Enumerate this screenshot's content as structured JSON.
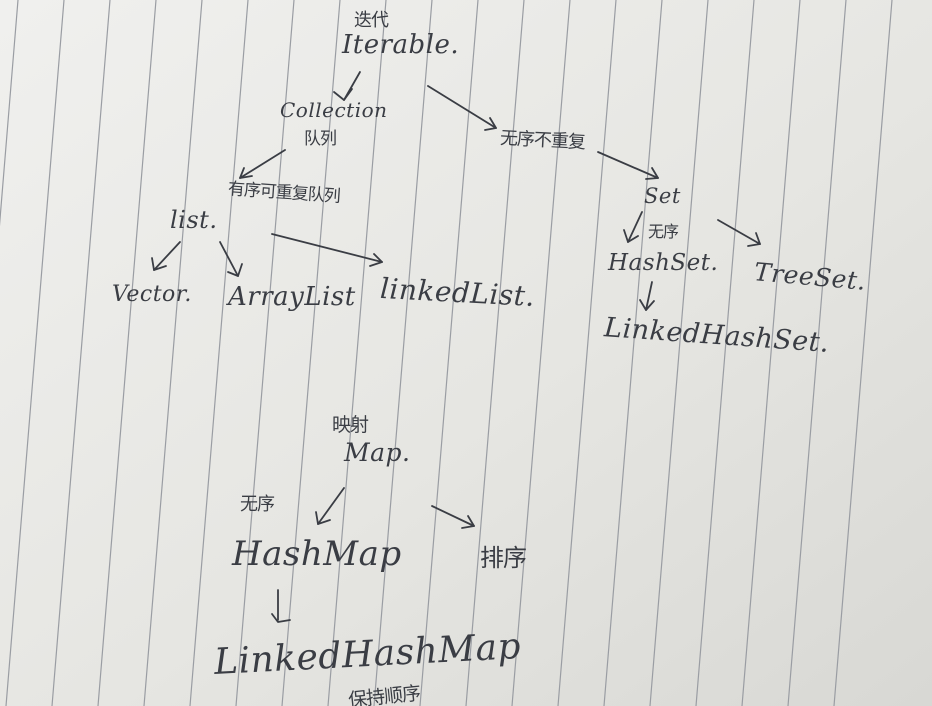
{
  "notes": {
    "top_cn": "迭代",
    "iterable": "Iterable.",
    "collection": "Collection",
    "collection_cn": "队列",
    "ordered_cn": "有序可重复队列",
    "unordered_cn": "无序不重复",
    "list": "list.",
    "vector": "Vector.",
    "arraylist": "ArrayList",
    "linkedlist": "linkedList.",
    "set": "Set",
    "set_cn": "无序",
    "hashset": "HashSet.",
    "treeset": "TreeSet.",
    "linkedhashset": "LinkedHashSet.",
    "map_cn": "映射",
    "map": "Map.",
    "hashmap_cn": "无序",
    "hashmap": "HashMap",
    "sorted_cn": "排序",
    "linkedhashmap": "LinkedHashMap",
    "bottom_cn": "保持顺序"
  },
  "colors": {
    "paper": "#e9e9e5",
    "ink": "#3a3d44",
    "rule": "#9a9da3"
  }
}
